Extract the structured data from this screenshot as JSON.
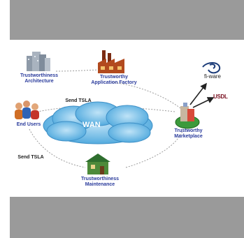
{
  "nodes": {
    "arch": "Trustworthiness Architecture",
    "arch_l1": "Trustworthiness",
    "arch_l2": "Architecture",
    "factory_l1": "Trustworthy",
    "factory_l2": "Application Factory",
    "users": "End Users",
    "wan": "WAN",
    "market_l1": "Trustworthy",
    "market_l2": "Marketplace",
    "maint_l1": "Trustworthiness",
    "maint_l2": "Maintenance",
    "fiware": "fi-ware",
    "brand": "USDL"
  },
  "edges": {
    "send_tsla_top": "Send TSLA",
    "send_tsla_bottom": "Send TSLA"
  },
  "colors": {
    "cloud": "#6fb9e6",
    "label_blue": "#2a3b9c",
    "bar_gray": "#9a9a9a"
  },
  "icons": {
    "arch": "building-cluster-icon",
    "factory": "factory-icon",
    "users": "people-icon",
    "market": "marketplace-globe-icon",
    "maint": "house-icon",
    "fiware": "fiware-swirl-logo"
  }
}
